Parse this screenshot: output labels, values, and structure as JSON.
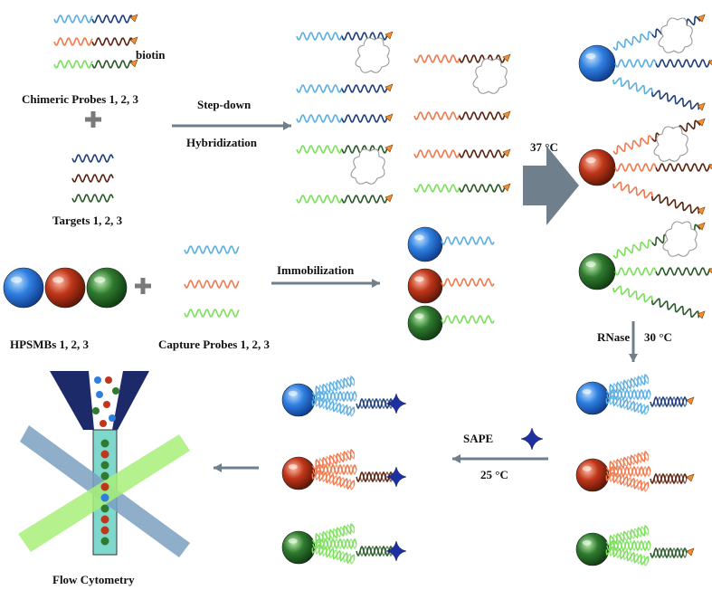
{
  "labels": {
    "biotin": "biotin",
    "chimeric_probes": "Chimeric Probes 1, 2, 3",
    "targets": "Targets 1, 2, 3",
    "step_down": "Step-down",
    "hybridization": "Hybridization",
    "temp_37": "37 °C",
    "hpsmbs": "HPSMBs 1, 2, 3",
    "capture_probes": "Capture Probes 1, 2, 3",
    "immobilization": "Immobilization",
    "rnase": "RNase",
    "temp_30": "30 °C",
    "sape": "SAPE",
    "temp_25": "25 °C",
    "flow_cytometry": "Flow Cytometry"
  },
  "colors": {
    "light_blue": "#5aaee0",
    "dark_blue": "#1f3f7a",
    "orange": "#f07a4e",
    "dark_brown": "#5a2410",
    "light_green": "#7be05a",
    "dark_green": "#2a5a2a",
    "bead_blue": "#2f7fe0",
    "bead_red": "#c0361a",
    "bead_green": "#2f7a2f",
    "biotin": "#f09030",
    "arrow": "#6f7f8c",
    "star": "#1e2fa0",
    "channel": "#7fd8cc",
    "funnel": "#1c2a6a"
  }
}
